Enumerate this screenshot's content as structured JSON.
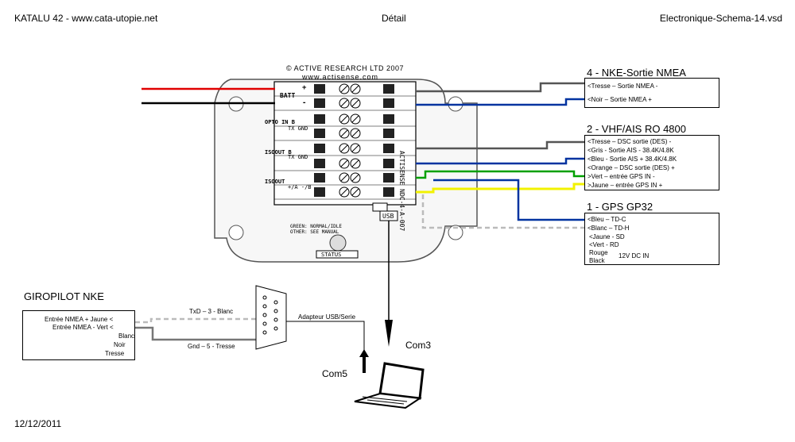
{
  "header": {
    "left": "KATALU 42 - www.cata-utopie.net",
    "center": "Détail",
    "right": "Electronique-Schema-14.vsd"
  },
  "footer": {
    "date": "12/12/2011"
  },
  "device": {
    "title": "© ACTIVE RESEARCH LTD 2007",
    "url": "www.actisense.com",
    "batt": "BATT",
    "plus": "+",
    "minus": "-",
    "left_labels": [
      "OPTO IN B",
      "ISOOUT B",
      "ISOOUT"
    ],
    "left_small": [
      "TX GND",
      "TX GND",
      "+/A -/B"
    ],
    "vertical_id": "ACTISENSE NDC-4-A-007",
    "status_note_1": "GREEN: NORMAL/IDLE",
    "status_note_2": "OTHER: SEE MANUAL",
    "status": "STATUS",
    "usb": "USB"
  },
  "nke_out": {
    "title": "4 - NKE-Sortie NMEA",
    "lines": [
      "<Tresse – Sortie NMEA -",
      "<Noir – Sortie NMEA +"
    ]
  },
  "vhf": {
    "title": "2 - VHF/AIS RO 4800",
    "lines": [
      "<Tresse – DSC sortie (DES) -",
      "<Gris - Sortie AIS - 38.4K/4.8K",
      "<Bleu - Sortie AIS + 38.4K/4.8K",
      "<Orange – DSC sortie (DES) +",
      ">Vert – entrée GPS IN -",
      ">Jaune – entrée GPS IN +"
    ]
  },
  "gps": {
    "title": "1 - GPS GP32",
    "lines": [
      "<Bleu – TD-C",
      "<Blanc – TD-H",
      "<Jaune - SD",
      "<Vert - RD",
      "Rouge",
      "Black"
    ],
    "power": "12V DC IN"
  },
  "giropilot": {
    "title": "GIROPILOT NKE",
    "lines": [
      "Entrée NMEA + Jaune <",
      "Entrée NMEA - Vert <",
      "Blanc",
      "Noir",
      "Tresse"
    ]
  },
  "links": {
    "txd": "TxD – 3 - Blanc",
    "gnd": "Gnd – 5 - Tresse",
    "adapter": "Adapteur USB/Serie",
    "com3": "Com3",
    "com5": "Com5"
  },
  "colors": {
    "red": "#e00000",
    "black": "#000000",
    "blue": "#0033a0",
    "green": "#00a000",
    "yellow": "#f2f200",
    "grey": "#666666",
    "dash": "#bbbbbb"
  }
}
